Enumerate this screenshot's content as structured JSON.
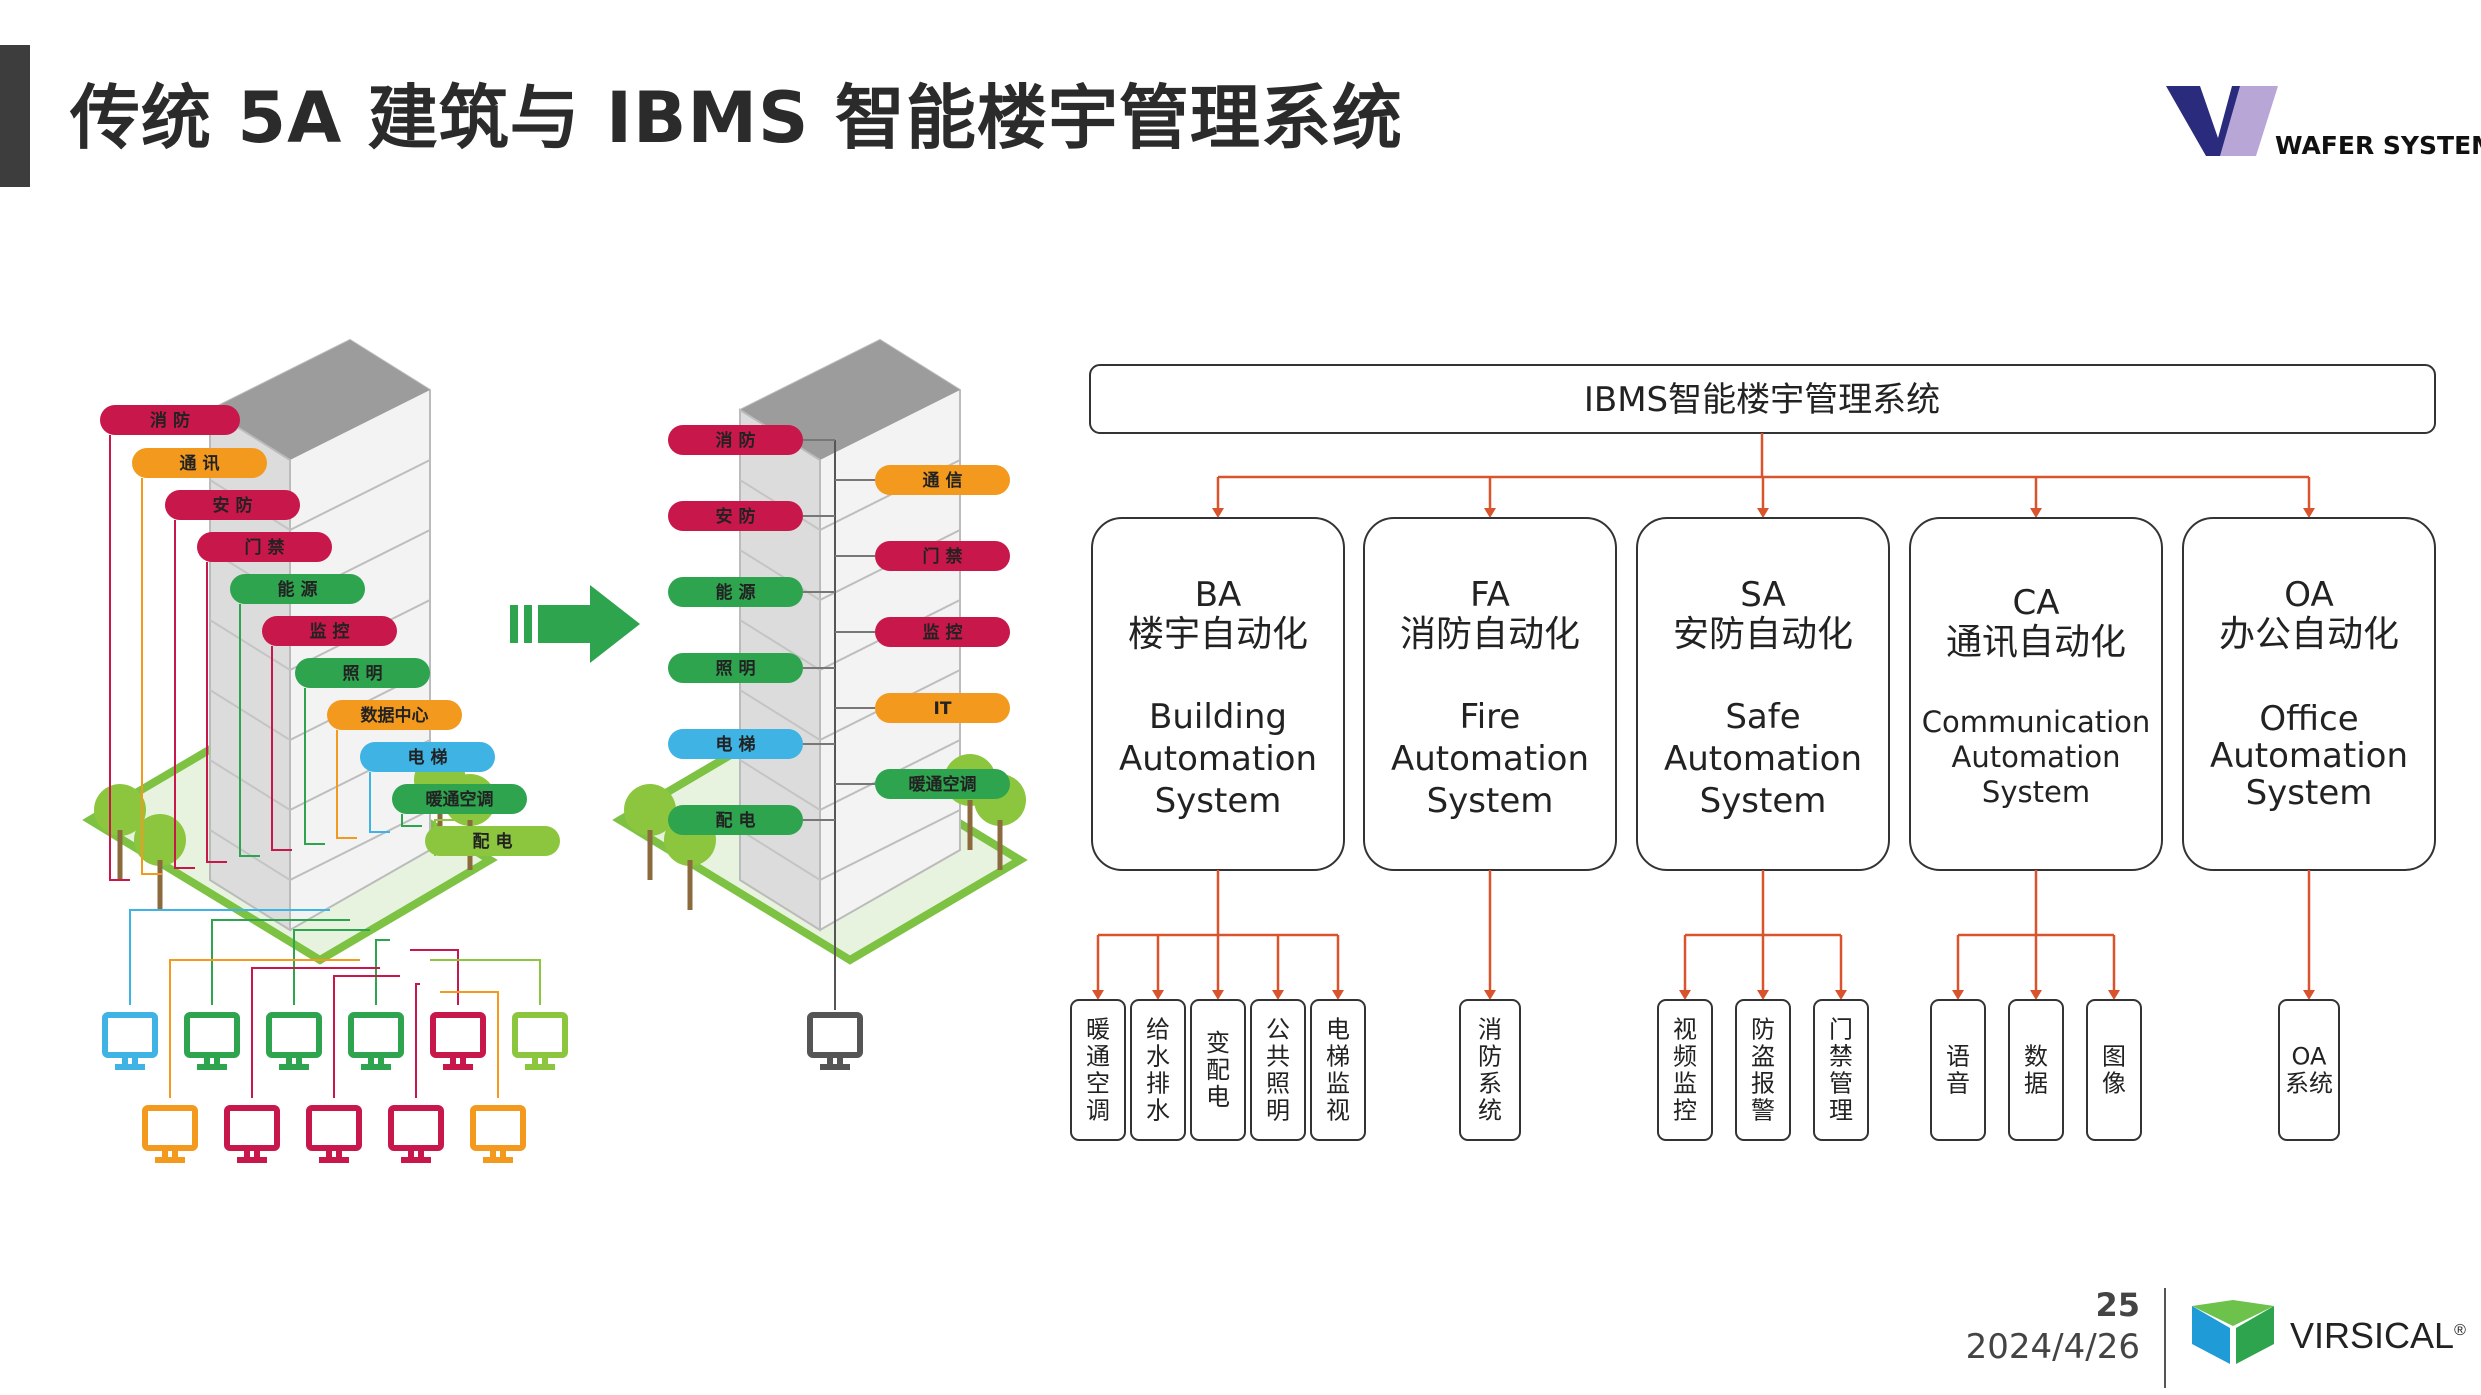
{
  "title": "传统 5A 建筑与 IBMS 智能楼宇管理系统",
  "brand": {
    "name": "WAFER SYSTEMS"
  },
  "footer": {
    "page": "25",
    "date": "2024/4/26",
    "brand": "VIRSICAL",
    "brand_mark": "®"
  },
  "left_building_labels": [
    {
      "text": "消 防",
      "color": "#c8174b"
    },
    {
      "text": "通 讯",
      "color": "#f39a1e"
    },
    {
      "text": "安 防",
      "color": "#c8174b"
    },
    {
      "text": "门 禁",
      "color": "#c8174b"
    },
    {
      "text": "能 源",
      "color": "#2ea44f"
    },
    {
      "text": "监 控",
      "color": "#c8174b"
    },
    {
      "text": "照 明",
      "color": "#2ea44f"
    },
    {
      "text": "数据中心",
      "color": "#f39a1e"
    },
    {
      "text": "电 梯",
      "color": "#3fb3e3"
    },
    {
      "text": "暖通空调",
      "color": "#2ea44f"
    },
    {
      "text": "配 电",
      "color": "#8cc63e"
    }
  ],
  "right_building_labels_left": [
    {
      "text": "消 防",
      "color": "#c8174b"
    },
    {
      "text": "安 防",
      "color": "#c8174b"
    },
    {
      "text": "能 源",
      "color": "#2ea44f"
    },
    {
      "text": "照 明",
      "color": "#2ea44f"
    },
    {
      "text": "电 梯",
      "color": "#3fb3e3"
    },
    {
      "text": "配 电",
      "color": "#2ea44f"
    }
  ],
  "right_building_labels_right": [
    {
      "text": "通 信",
      "color": "#f39a1e"
    },
    {
      "text": "门 禁",
      "color": "#c8174b"
    },
    {
      "text": "监 控",
      "color": "#c8174b"
    },
    {
      "text": "IT",
      "color": "#f39a1e"
    },
    {
      "text": "暖通空调",
      "color": "#2ea44f"
    }
  ],
  "terminals_top_colors": [
    "#3fb3e3",
    "#2ea44f",
    "#2ea44f",
    "#2ea44f",
    "#c8174b",
    "#8cc63e"
  ],
  "terminals_bottom_colors": [
    "#f39a1e",
    "#c8174b",
    "#c8174b",
    "#c8174b",
    "#f39a1e"
  ],
  "hierarchy": {
    "root": "IBMS智能楼宇管理系统",
    "subsystems": [
      {
        "code": "BA",
        "name": "楼宇自动化",
        "en": [
          "Building",
          "Automation",
          "System"
        ],
        "children": [
          "暖通空调",
          "给水排水",
          "变配电",
          "公共照明",
          "电梯监视"
        ]
      },
      {
        "code": "FA",
        "name": "消防自动化",
        "en": [
          "Fire",
          "Automation",
          "System"
        ],
        "children": [
          "消防系统"
        ]
      },
      {
        "code": "SA",
        "name": "安防自动化",
        "en": [
          "Safe",
          "Automation",
          "System"
        ],
        "children": [
          "视频监控",
          "防盗报警",
          "门禁管理"
        ]
      },
      {
        "code": "CA",
        "name": "通讯自动化",
        "en": [
          "Communication",
          "Automation",
          "System"
        ],
        "children": [
          "语音",
          "数据",
          "图像"
        ]
      },
      {
        "code": "OA",
        "name": "办公自动化",
        "en": [
          "Office",
          "Automation",
          "System"
        ],
        "children": [
          "OA系统"
        ]
      }
    ]
  },
  "colors": {
    "connector": "#d9532c",
    "box_border": "#333333",
    "arrow": "#2ea44f"
  },
  "icons": [
    "wafer-logo-icon",
    "arrow-right-icon",
    "monitor-icon",
    "virsical-logo-icon"
  ]
}
